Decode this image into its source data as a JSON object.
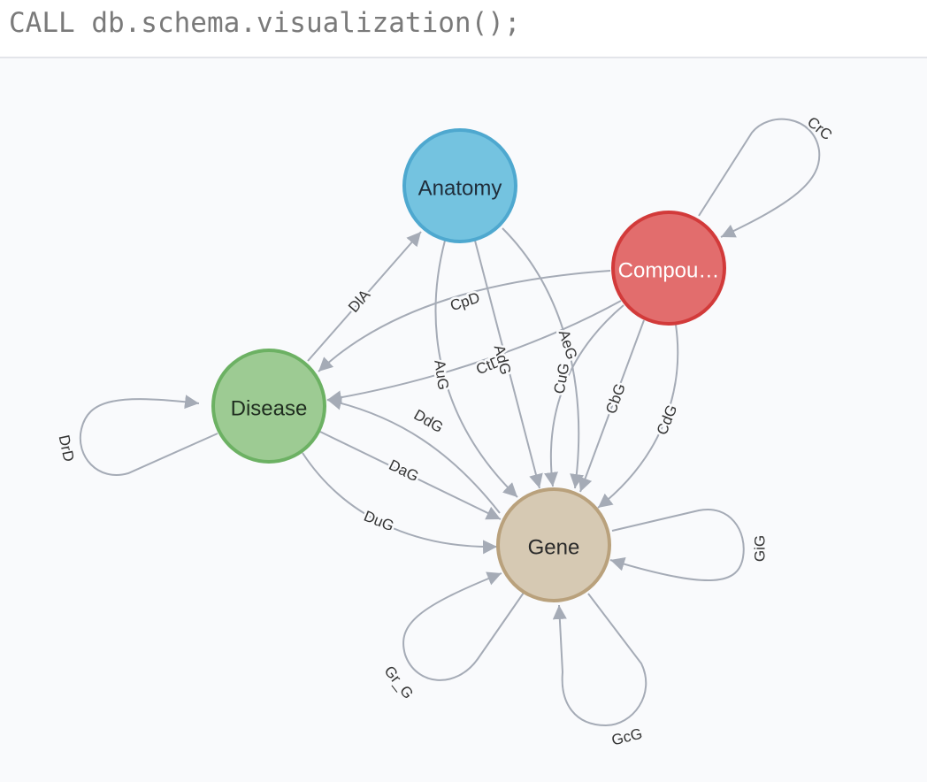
{
  "query": {
    "text": "CALL db.schema.visualization();"
  },
  "colors": {
    "canvas_bg": "#f9fafc",
    "edge": "#a5abb6",
    "anatomy_fill": "#74c3e0",
    "anatomy_stroke": "#4ea8cf",
    "compound_fill": "#e26d6d",
    "compound_stroke": "#d23a3a",
    "disease_fill": "#9dcb93",
    "disease_stroke": "#6cb163",
    "gene_fill": "#d6c9b3",
    "gene_stroke": "#b9a17c"
  },
  "graph": {
    "nodes": [
      {
        "id": "anatomy",
        "label": "Anatomy"
      },
      {
        "id": "compound",
        "label": "Compou…"
      },
      {
        "id": "disease",
        "label": "Disease"
      },
      {
        "id": "gene",
        "label": "Gene"
      }
    ],
    "relationships": [
      {
        "id": "DlA",
        "label": "DlA",
        "from": "Disease",
        "to": "Anatomy"
      },
      {
        "id": "CpD",
        "label": "CpD",
        "from": "Compound",
        "to": "Disease"
      },
      {
        "id": "CtD",
        "label": "CtD",
        "from": "Compound",
        "to": "Disease"
      },
      {
        "id": "AuG",
        "label": "AuG",
        "from": "Anatomy",
        "to": "Gene"
      },
      {
        "id": "AdG",
        "label": "AdG",
        "from": "Anatomy",
        "to": "Gene"
      },
      {
        "id": "AeG",
        "label": "AeG",
        "from": "Anatomy",
        "to": "Gene"
      },
      {
        "id": "CuG",
        "label": "CuG",
        "from": "Compound",
        "to": "Gene"
      },
      {
        "id": "CbG",
        "label": "CbG",
        "from": "Compound",
        "to": "Gene"
      },
      {
        "id": "CdG",
        "label": "CdG",
        "from": "Compound",
        "to": "Gene"
      },
      {
        "id": "DdG",
        "label": "DdG",
        "from": "Gene",
        "to": "Disease"
      },
      {
        "id": "DaG",
        "label": "DaG",
        "from": "Disease",
        "to": "Gene"
      },
      {
        "id": "DuG",
        "label": "DuG",
        "from": "Disease",
        "to": "Gene"
      },
      {
        "id": "CrC",
        "label": "CrC",
        "from": "Compound",
        "to": "Compound"
      },
      {
        "id": "DrD",
        "label": "DrD",
        "from": "Disease",
        "to": "Disease"
      },
      {
        "id": "GiG",
        "label": "GiG",
        "from": "Gene",
        "to": "Gene"
      },
      {
        "id": "GcG",
        "label": "GcG",
        "from": "Gene",
        "to": "Gene"
      },
      {
        "id": "Gr_G",
        "label": "Gr_G",
        "from": "Gene",
        "to": "Gene"
      }
    ]
  }
}
